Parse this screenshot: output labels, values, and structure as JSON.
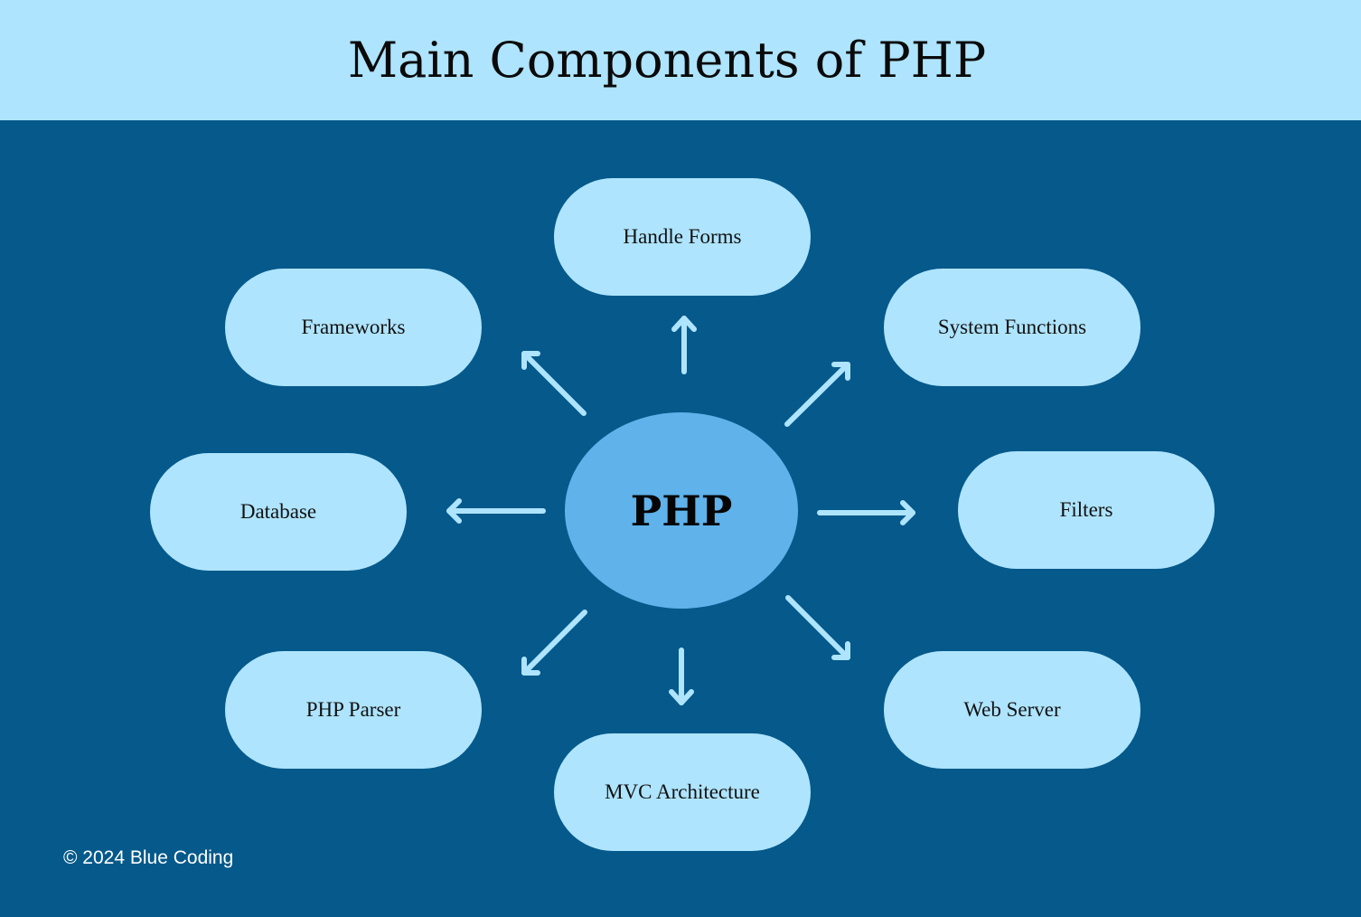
{
  "title": "Main Components of PHP",
  "hub": {
    "label": "PHP"
  },
  "nodes": {
    "handle_forms": "Handle Forms",
    "frameworks": "Frameworks",
    "system_functions": "System Functions",
    "database": "Database",
    "filters": "Filters",
    "php_parser": "PHP Parser",
    "web_server": "Web Server",
    "mvc_architecture": "MVC Architecture"
  },
  "footer": "© 2024 Blue Coding",
  "colors": {
    "background": "#05598b",
    "header_band": "#aee4fd",
    "node_fill": "#aee4fd",
    "hub_fill": "#5fb2ea",
    "arrow": "#aee4fd"
  }
}
